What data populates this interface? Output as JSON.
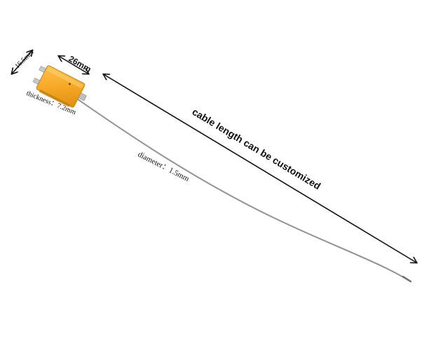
{
  "product": {
    "name": "thermocouple probe with yellow connector"
  },
  "labels": {
    "height_dim": "16.5mm",
    "width_dim": "26mm",
    "thickness": "thickness：7.2mm",
    "diameter": "diameter：1.5mm",
    "cable_length": "cable length can be customized"
  },
  "colors": {
    "connector_body": "#F5A623",
    "connector_edge": "#D08A10",
    "cable": "#9a9a9a",
    "arrow": "#111111",
    "background": "#ffffff"
  }
}
